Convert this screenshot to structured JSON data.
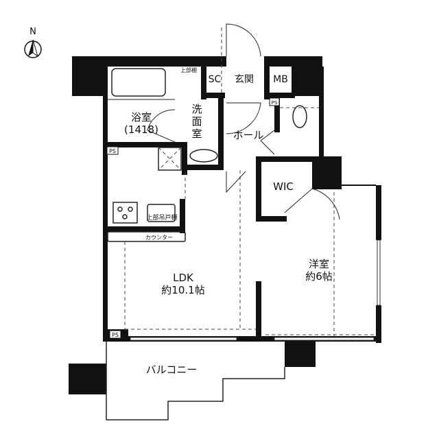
{
  "compass": {
    "label": "N"
  },
  "rooms": {
    "bathroom": {
      "name": "浴室",
      "size": "(1418)"
    },
    "washroom": {
      "chars": [
        "洗",
        "面",
        "室"
      ]
    },
    "upper_shelf": "上部棚",
    "shoe_closet": "SC",
    "entrance": "玄関",
    "meter_box": "MB",
    "hall": "ホール",
    "wic": "WIC",
    "ldk": {
      "name": "LDK",
      "size": "約10.1帖"
    },
    "western_room": {
      "name": "洋室",
      "size": "約6帖"
    },
    "balcony": "バルコニー",
    "kitchen_cabinet": "上部吊戸棚",
    "counter": "カウンター",
    "ps_labels": [
      "PS",
      "PS",
      "PS"
    ]
  }
}
